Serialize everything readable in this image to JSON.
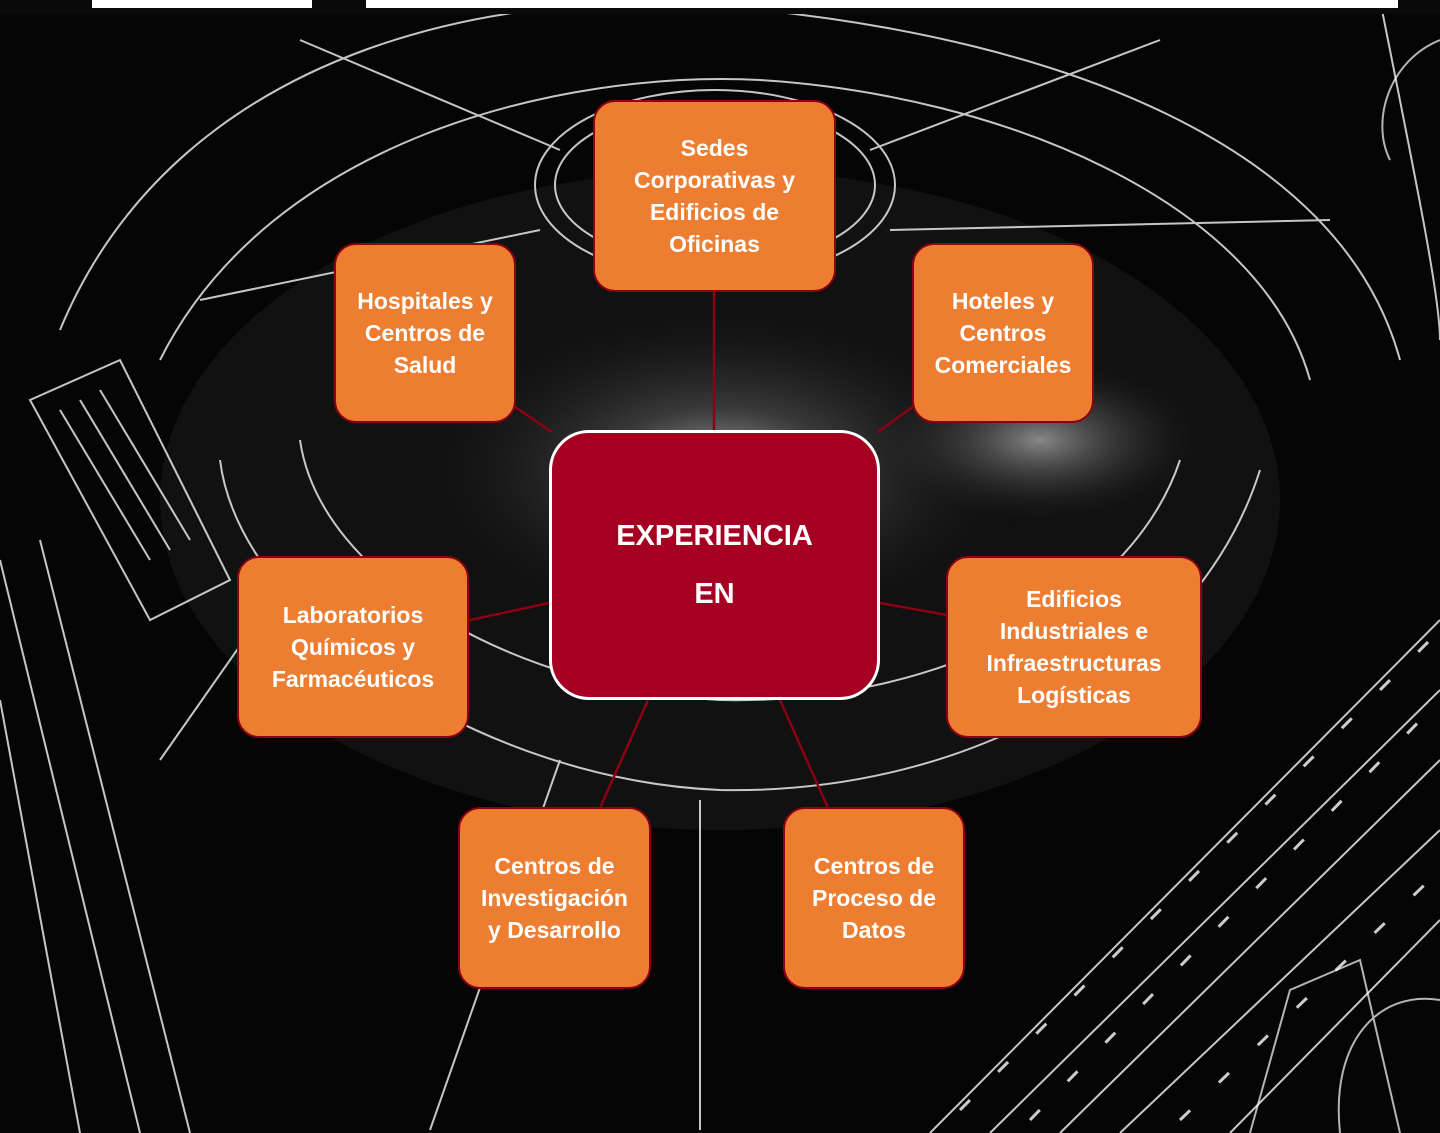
{
  "diagram": {
    "center": {
      "line1": "EXPERIENCIA",
      "line2": "EN"
    },
    "nodes": [
      {
        "id": "sedes",
        "label": "Sedes\nCorporativas y\nEdificios de\nOficinas"
      },
      {
        "id": "hospitales",
        "label": "Hospitales y\nCentros de\nSalud"
      },
      {
        "id": "hoteles",
        "label": "Hoteles y\nCentros\nComerciales"
      },
      {
        "id": "laboratorios",
        "label": "Laboratorios\nQuímicos y\nFarmacéuticos"
      },
      {
        "id": "industriales",
        "label": "Edificios\nIndustriales e\nInfraestructuras\nLogísticas"
      },
      {
        "id": "investigacion",
        "label": "Centros de\nInvestigación\ny Desarrollo"
      },
      {
        "id": "datos",
        "label": "Centros de\nProceso de\nDatos"
      }
    ]
  },
  "colors": {
    "node_fill": "#ed7d31",
    "node_border": "#8c0014",
    "center_fill": "#a50021",
    "connector": "#8c0014",
    "background": "#000000"
  }
}
